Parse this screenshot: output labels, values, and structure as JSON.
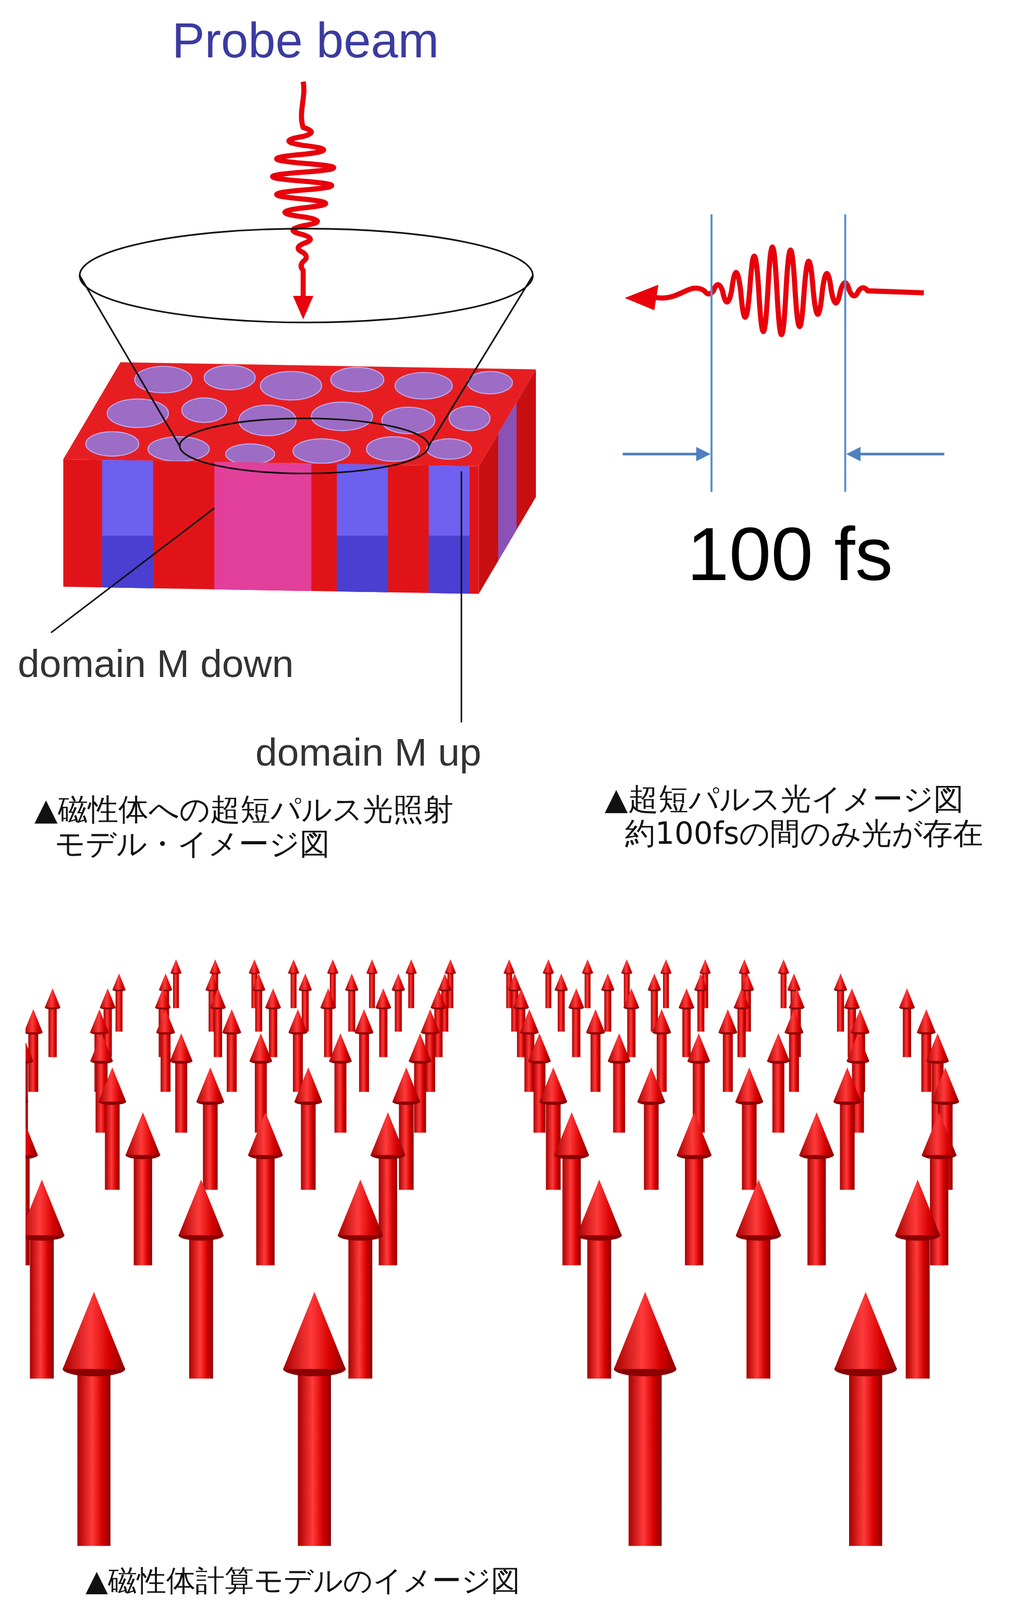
{
  "diagram": {
    "labels": [
      "Probe beam",
      "domain M down",
      "domain M up",
      "100 fs",
      "▲磁性体への超短パルス光照射 モデル・イメージ図",
      "▲超短パルス光イメージ図 約100fsの間のみ光が存在",
      "▲磁性体計算モデルのイメージ図"
    ]
  }
}
